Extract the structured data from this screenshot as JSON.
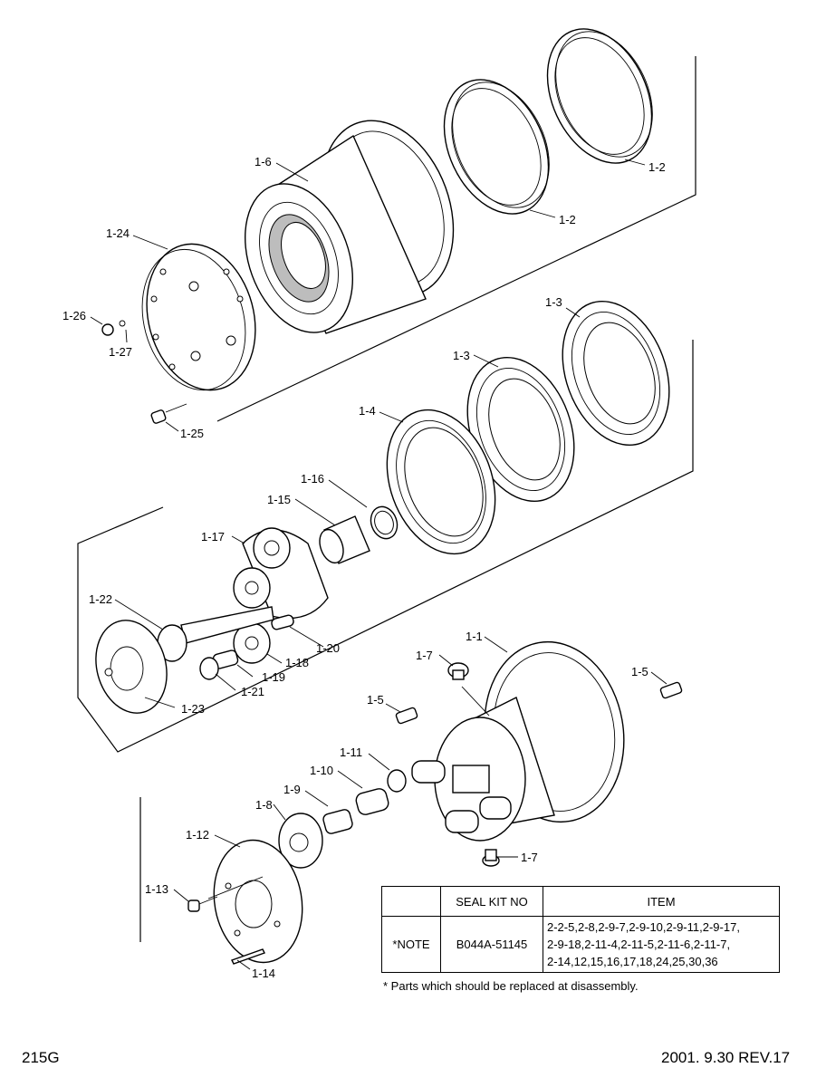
{
  "labels": {
    "p1_2a": "1-2",
    "p1_2b": "1-2",
    "p1_6": "1-6",
    "p1_24": "1-24",
    "p1_26": "1-26",
    "p1_27": "1-27",
    "p1_25": "1-25",
    "p1_3a": "1-3",
    "p1_3b": "1-3",
    "p1_4": "1-4",
    "p1_16": "1-16",
    "p1_15": "1-15",
    "p1_17": "1-17",
    "p1_22": "1-22",
    "p1_20": "1-20",
    "p1_18": "1-18",
    "p1_19": "1-19",
    "p1_21": "1-21",
    "p1_23": "1-23",
    "p1_1": "1-1",
    "p1_7a": "1-7",
    "p1_7b": "1-7",
    "p1_5a": "1-5",
    "p1_5b": "1-5",
    "p1_11": "1-11",
    "p1_10": "1-10",
    "p1_9": "1-9",
    "p1_8": "1-8",
    "p1_12": "1-12",
    "p1_13": "1-13",
    "p1_14": "1-14"
  },
  "seal_table": {
    "header": {
      "blank": "",
      "kit_no": "SEAL KIT NO",
      "item": "ITEM"
    },
    "row": {
      "note": "*NOTE",
      "kit": "B044A-51145",
      "item_lines": [
        "2-2-5,2-8,2-9-7,2-9-10,2-9-11,2-9-17,",
        "2-9-18,2-11-4,2-11-5,2-11-6,2-11-7,",
        "2-14,12,15,16,17,18,24,25,30,36"
      ]
    },
    "footnote": "* Parts which should be replaced at disassembly."
  },
  "footer": {
    "model": "215G",
    "date": "2001. 9.30 REV.17"
  }
}
